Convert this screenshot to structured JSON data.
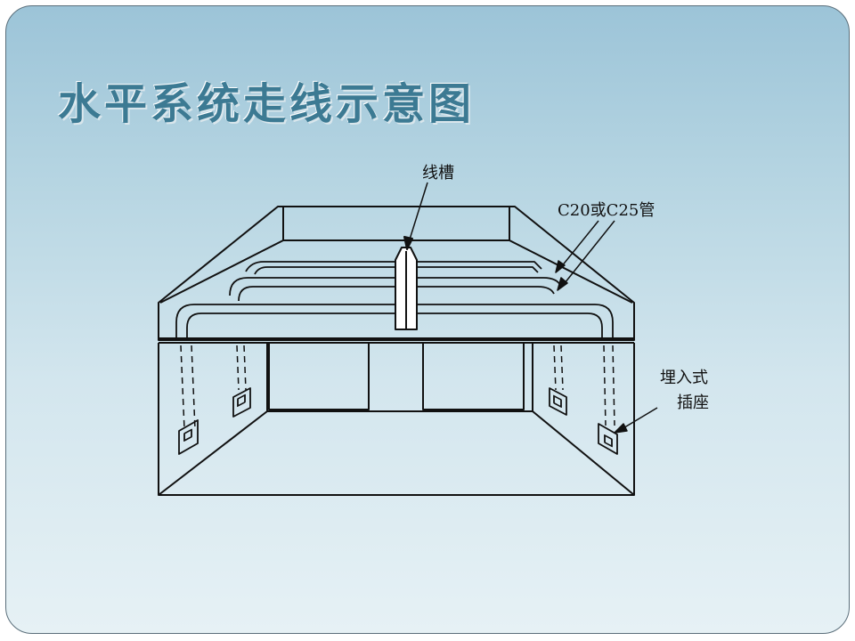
{
  "slide": {
    "title": "水平系统走线示意图"
  },
  "diagram": {
    "labels": {
      "trunking": "线槽",
      "conduit": "C20或C25管",
      "outlet_line1": "埋入式",
      "outlet_line2": "插座"
    }
  },
  "colors": {
    "title_text": "#3c7a93",
    "background_top": "#9cc4d8",
    "background_bottom": "#e6f1f5",
    "line": "#111111"
  }
}
